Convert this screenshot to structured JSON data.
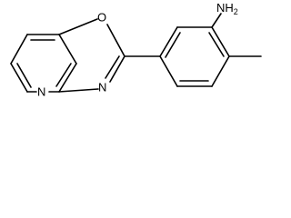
{
  "molecule": {
    "atoms": {
      "oxygen": "O",
      "oxazole_nitrogen": "N",
      "pyridine_nitrogen": "N",
      "amine": "NH2"
    },
    "colors": {
      "bond": "#000000",
      "label": "#000000",
      "background": "#ffffff"
    }
  }
}
